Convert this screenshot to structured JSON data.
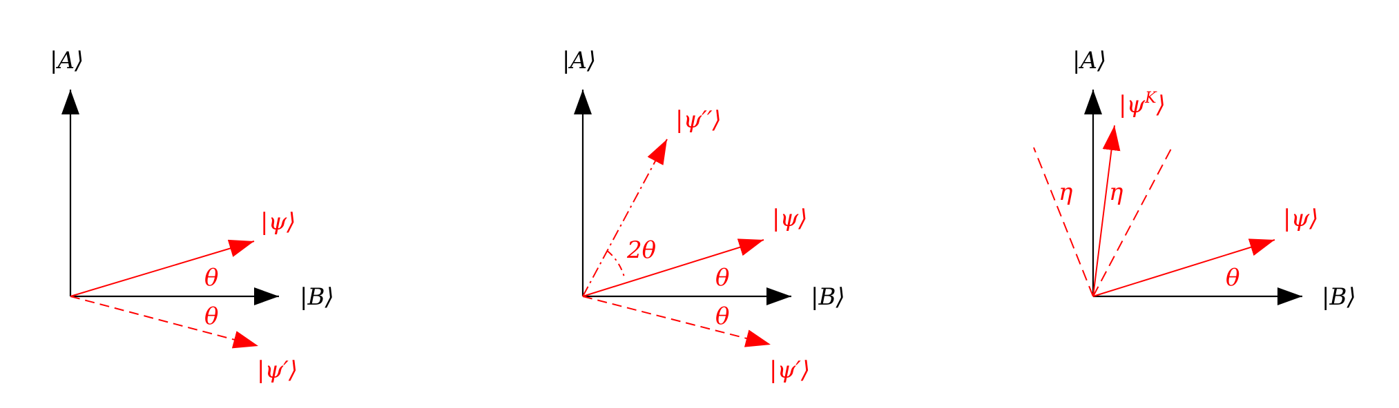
{
  "colors": {
    "axis": "#000000",
    "state": "#ff0000"
  },
  "panels": [
    {
      "axis_a_label": "|A⟩",
      "axis_b_label": "|B⟩",
      "psi_label": "|ψ⟩",
      "psi_prime_label": "|ψ′⟩",
      "theta_upper": "θ",
      "theta_lower": "θ"
    },
    {
      "axis_a_label": "|A⟩",
      "axis_b_label": "|B⟩",
      "psi_label": "|ψ⟩",
      "psi_prime_label": "|ψ′⟩",
      "psi_double_prime_label": "|ψ′′⟩",
      "two_theta_label": "2θ",
      "theta_upper": "θ",
      "theta_lower": "θ"
    },
    {
      "axis_a_label": "|A⟩",
      "axis_b_label": "|B⟩",
      "psi_label": "|ψ⟩",
      "psi_k_label_base": "|ψ",
      "psi_k_superscript": "K",
      "psi_k_label_close": "⟩",
      "eta_left": "η",
      "eta_right": "η",
      "theta_upper": "θ"
    }
  ]
}
